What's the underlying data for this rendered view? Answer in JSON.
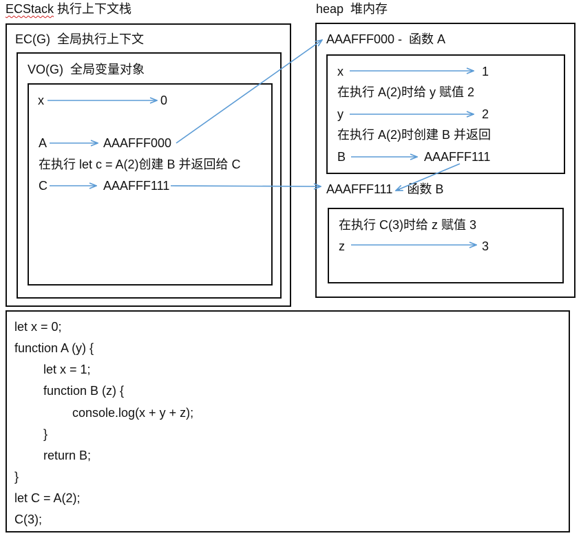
{
  "titles": {
    "ecstack": "ECStack",
    "ecstack_rest": "执行上下文栈",
    "heap": "heap  堆内存"
  },
  "ecg": {
    "label": "EC(G)  全局执行上下文",
    "vo_label": "VO(G)  全局变量对象",
    "x_name": "x",
    "x_value": "0",
    "a_name": "A",
    "a_value": "AAAFFF000",
    "note": "在执行 let c = A(2)创建 B 并返回给 C",
    "c_name": "C",
    "c_value": "AAAFFF111"
  },
  "heap_a": {
    "label": "AAAFFF000 -  函数 A",
    "x_name": "x",
    "x_value": "1",
    "note_y": "在执行 A(2)时给 y 赋值 2",
    "y_name": "y",
    "y_value": "2",
    "note_b": "在执行 A(2)时创建 B 并返回",
    "b_name": "B",
    "b_value": "AAAFFF111"
  },
  "heap_b": {
    "label": "AAAFFF111 -  函数 B",
    "note_z": "在执行 C(3)时给 z 赋值 3",
    "z_name": "z",
    "z_value": "3"
  },
  "code_lines": [
    "let x = 0;",
    "function A (y) {",
    "let x = 1;",
    "function B (z) {",
    "console.log(x + y + z);",
    "}",
    "return B;",
    "}",
    "let C = A(2);",
    "C(3);"
  ],
  "colors": {
    "arrow": "#5b9bd5",
    "border": "#111111"
  }
}
